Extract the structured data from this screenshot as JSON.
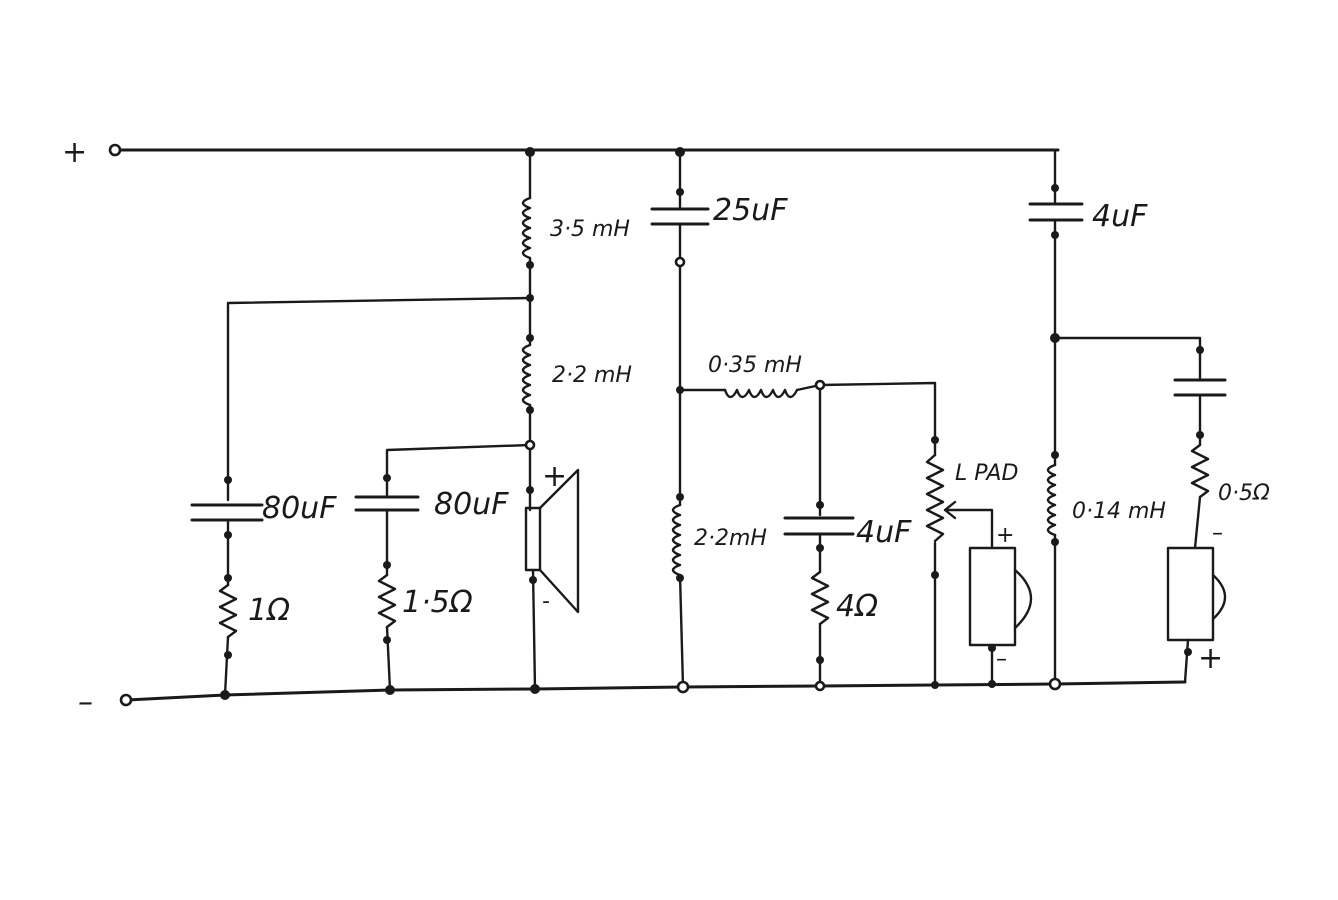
{
  "terminals": {
    "positive": "+",
    "negative": "–"
  },
  "labels": {
    "l1": "3·5 mH",
    "c25": "25uF",
    "c4top": "4uF",
    "l22a": "2·2 mH",
    "l035": "0·35 mH",
    "c80a": "80uF",
    "c80b": "80uF",
    "r1": "1Ω",
    "r15": "1·5Ω",
    "l22b": "2·2mH",
    "c4mid": "4uF",
    "r4": "4Ω",
    "lpad": "L PAD",
    "l014": "0·14 mH",
    "r05": "0·5Ω",
    "woofer_plus": "+",
    "woofer_minus": "-",
    "mid_plus": "+",
    "mid_minus": "–",
    "tw_minus": "–",
    "tw_plus": "+"
  }
}
